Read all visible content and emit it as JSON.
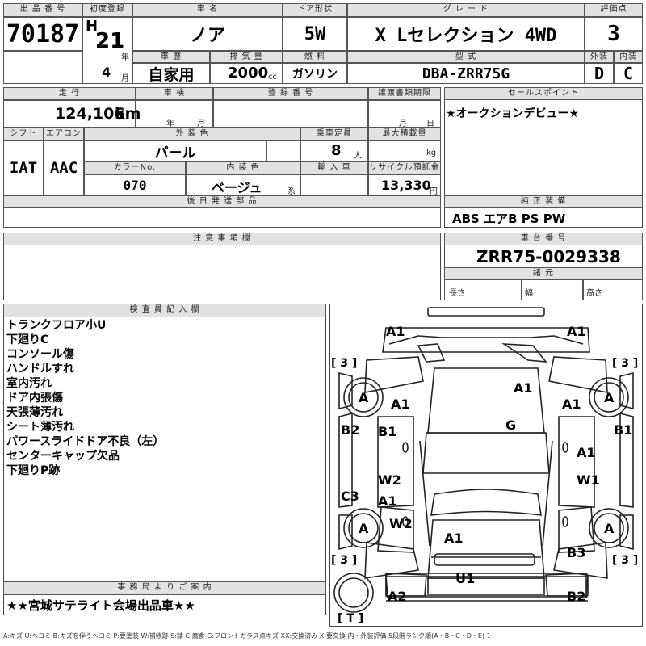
{
  "header": {
    "lot_no_label": "出 品 番 号",
    "lot_no": "70187",
    "first_reg_label": "初度登録",
    "era": "H",
    "year": "21",
    "year_unit": "年",
    "month": "4",
    "month_unit": "月",
    "car_name_label": "車 名",
    "car_name": "ノア",
    "door_label": "ドア形状",
    "door": "5W",
    "grade_label": "グ レ ー ド",
    "grade": "X Lセレクション 4WD",
    "score_label": "評価点",
    "score": "3",
    "history_label": "車 歴",
    "history": "自家用",
    "displacement_label": "排 気 量",
    "displacement": "2000",
    "displacement_unit": "cc",
    "fuel_label": "燃 料",
    "fuel": "ガソリン",
    "model_label": "型 式",
    "model": "DBA-ZRR75G",
    "exterior_label": "外装",
    "exterior": "D",
    "interior_label": "内装",
    "interior": "C"
  },
  "row2": {
    "mileage_label": "走 行",
    "mileage": "124,106",
    "mileage_unit": "km",
    "inspection_label": "車 検",
    "inspection_year_unit": "年",
    "inspection_month_unit": "月",
    "reg_no_label": "登 録 番 号",
    "transfer_label": "譲渡書類期限",
    "transfer_month_unit": "月",
    "transfer_day_unit": "日",
    "sales_point_label": "セールスポイント",
    "sales_point": "★オークションデビュー★"
  },
  "row3": {
    "shift_label": "シフト",
    "shift": "IAT",
    "aircon_label": "エアコン",
    "aircon": "AAC",
    "ext_color_label": "外 装 色",
    "ext_color": "パール",
    "capacity_label": "乗車定員",
    "capacity": "8",
    "capacity_unit": "人",
    "max_load_label": "最大積載量",
    "max_load_unit": "kg",
    "color_no_label": "カラーNo.",
    "color_no": "070",
    "int_color_label": "内 装 色",
    "int_color": "ベージュ",
    "int_color_suffix": "系",
    "import_label": "輸 入 車",
    "recycle_label": "リサイクル預託金",
    "recycle": "13,330",
    "recycle_unit": "円"
  },
  "later_parts_label": "後 日 発 送 部 品",
  "genuine_label": "純 正 装 備",
  "genuine": "ABS エアB PS PW",
  "notes_label": "注 意 事 項 欄",
  "chassis_label": "車 台 番 号",
  "chassis": "ZRR75-0029338",
  "specs_label": "諸 元",
  "length_label": "長さ",
  "width_label": "幅",
  "height_label": "高さ",
  "inspector_label": "検 査 員 記 入 欄",
  "inspector_notes": [
    "トランクフロア小U",
    "下廻りC",
    "コンソール傷",
    "ハンドルすれ",
    "室内汚れ",
    "ドア内張傷",
    "天張薄汚れ",
    "シート薄汚れ",
    "パワースライドドア不良（左）",
    "センターキャップ欠品",
    "下廻りP跡"
  ],
  "office_label": "事 務 局 よ り ご 案 内",
  "office_note": "★★宮城サテライト会場出品車★★",
  "diagram": {
    "labels": [
      "A1",
      "A1",
      "A",
      "A",
      "A1",
      "A1",
      "A1",
      "G",
      "B2",
      "B1",
      "B1",
      "A1",
      "W2",
      "W1",
      "A1",
      "C3",
      "A",
      "A",
      "W2",
      "A1",
      "B3",
      "U1",
      "A2",
      "B2"
    ],
    "bracket_3": "[ 3 ]",
    "bracket_t": "[ T ]"
  },
  "legend": "A:キズ U:ヘコミ B:キズを伴うヘコミ P:要塗装 W:補修跡 S:錆 C:腐食 G:フロントガラス点キズ XX:交換済み X:要交換 内・外装評価 5段階ランク順(A・B・C・D・E) 1"
}
